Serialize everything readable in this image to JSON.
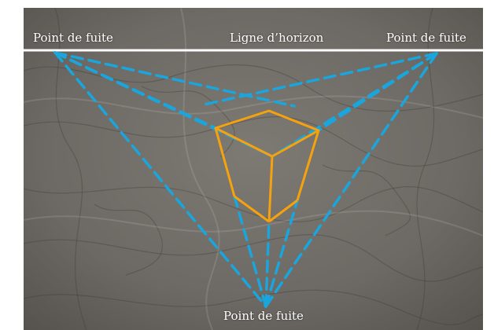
{
  "labels": {
    "vanishing_point_left": "Point de fuite",
    "horizon_line": "Ligne d’horizon",
    "vanishing_point_right": "Point de fuite",
    "vanishing_point_bottom": "Point de fuite"
  },
  "colors": {
    "background": "#6f6b66",
    "horizon_line": "#ffffff",
    "construction_lines": "#1aa6dc",
    "cube": "#f5a20f",
    "text": "#ffffff"
  }
}
